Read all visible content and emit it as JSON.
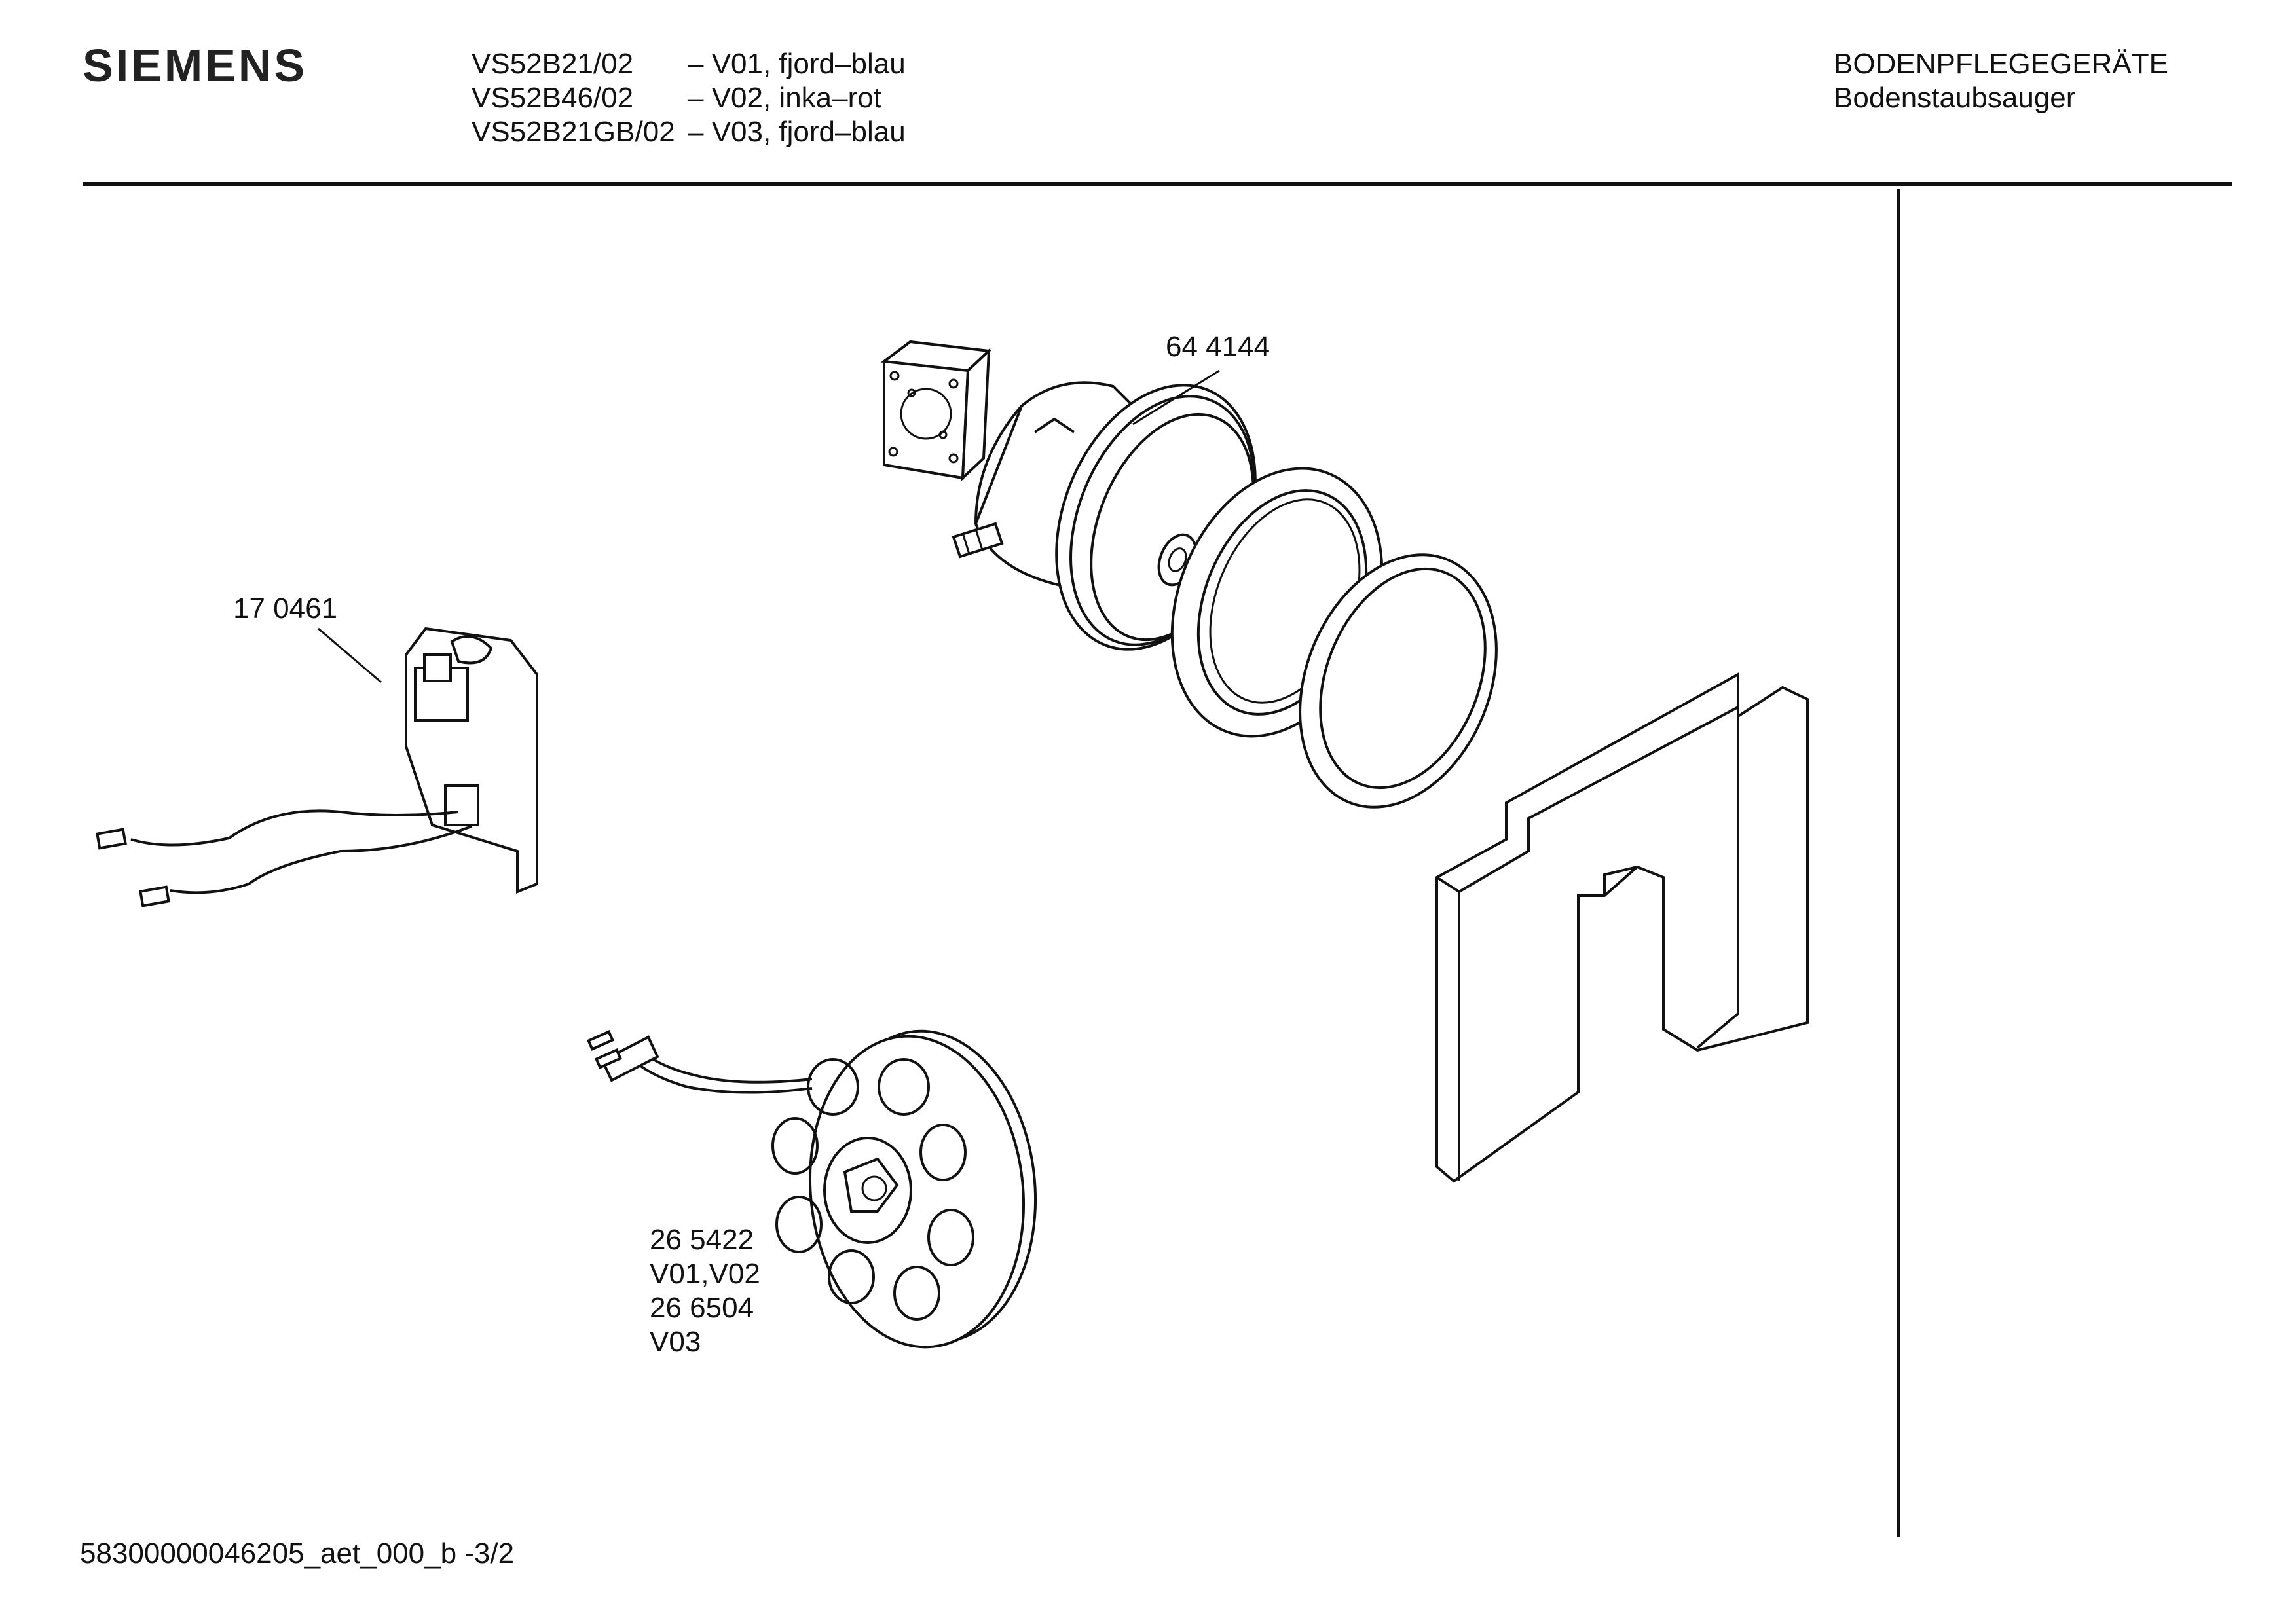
{
  "header": {
    "brand": "SIEMENS",
    "models": [
      {
        "code": "VS52B21/02",
        "variant": "– V01, fjord–blau"
      },
      {
        "code": "VS52B46/02",
        "variant": "– V02, inka–rot"
      },
      {
        "code": "VS52B21GB/02",
        "variant": "– V03, fjord–blau"
      }
    ],
    "category": "BODENPFLEGEGERÄTE",
    "subcategory": "Bodenstaubsauger"
  },
  "parts": {
    "motor": {
      "number": "64 4144"
    },
    "switch": {
      "number": "17 0461"
    },
    "cable_reel": {
      "lines": [
        "26 5422",
        "V01,V02",
        "26 6504",
        "V03"
      ]
    }
  },
  "footer": {
    "document_code": "58300000046205_aet_000_b -3/2"
  }
}
